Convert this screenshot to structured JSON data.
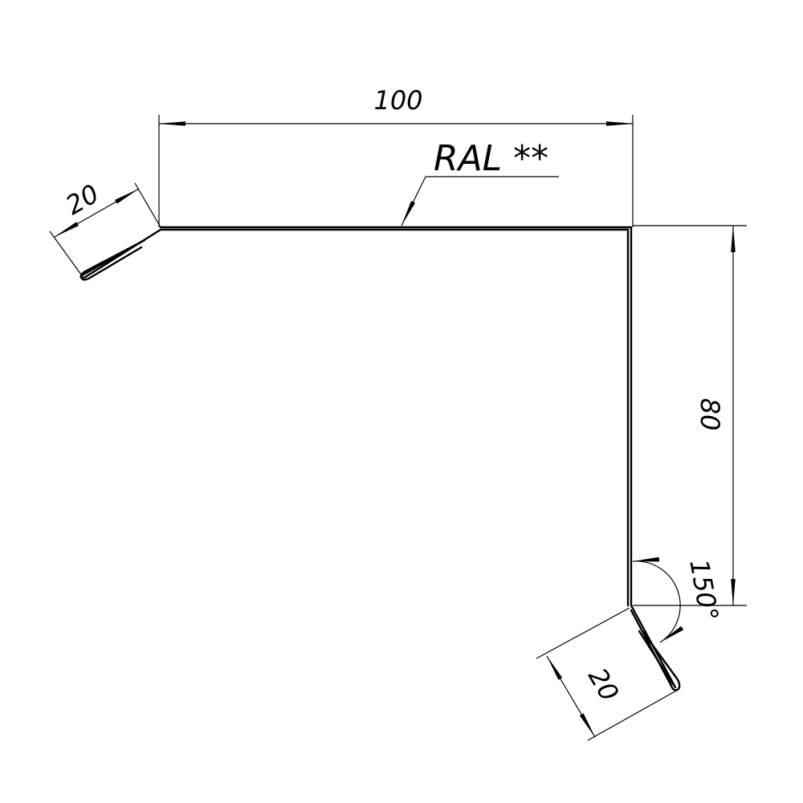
{
  "drawing": {
    "material_label": "RAL **",
    "dimensions": {
      "top_width": "100",
      "side_height": "80",
      "left_flange": "20",
      "bottom_flange": "20",
      "bend_angle": "150°"
    },
    "colors": {
      "line": "#000000",
      "background": "#ffffff"
    }
  }
}
